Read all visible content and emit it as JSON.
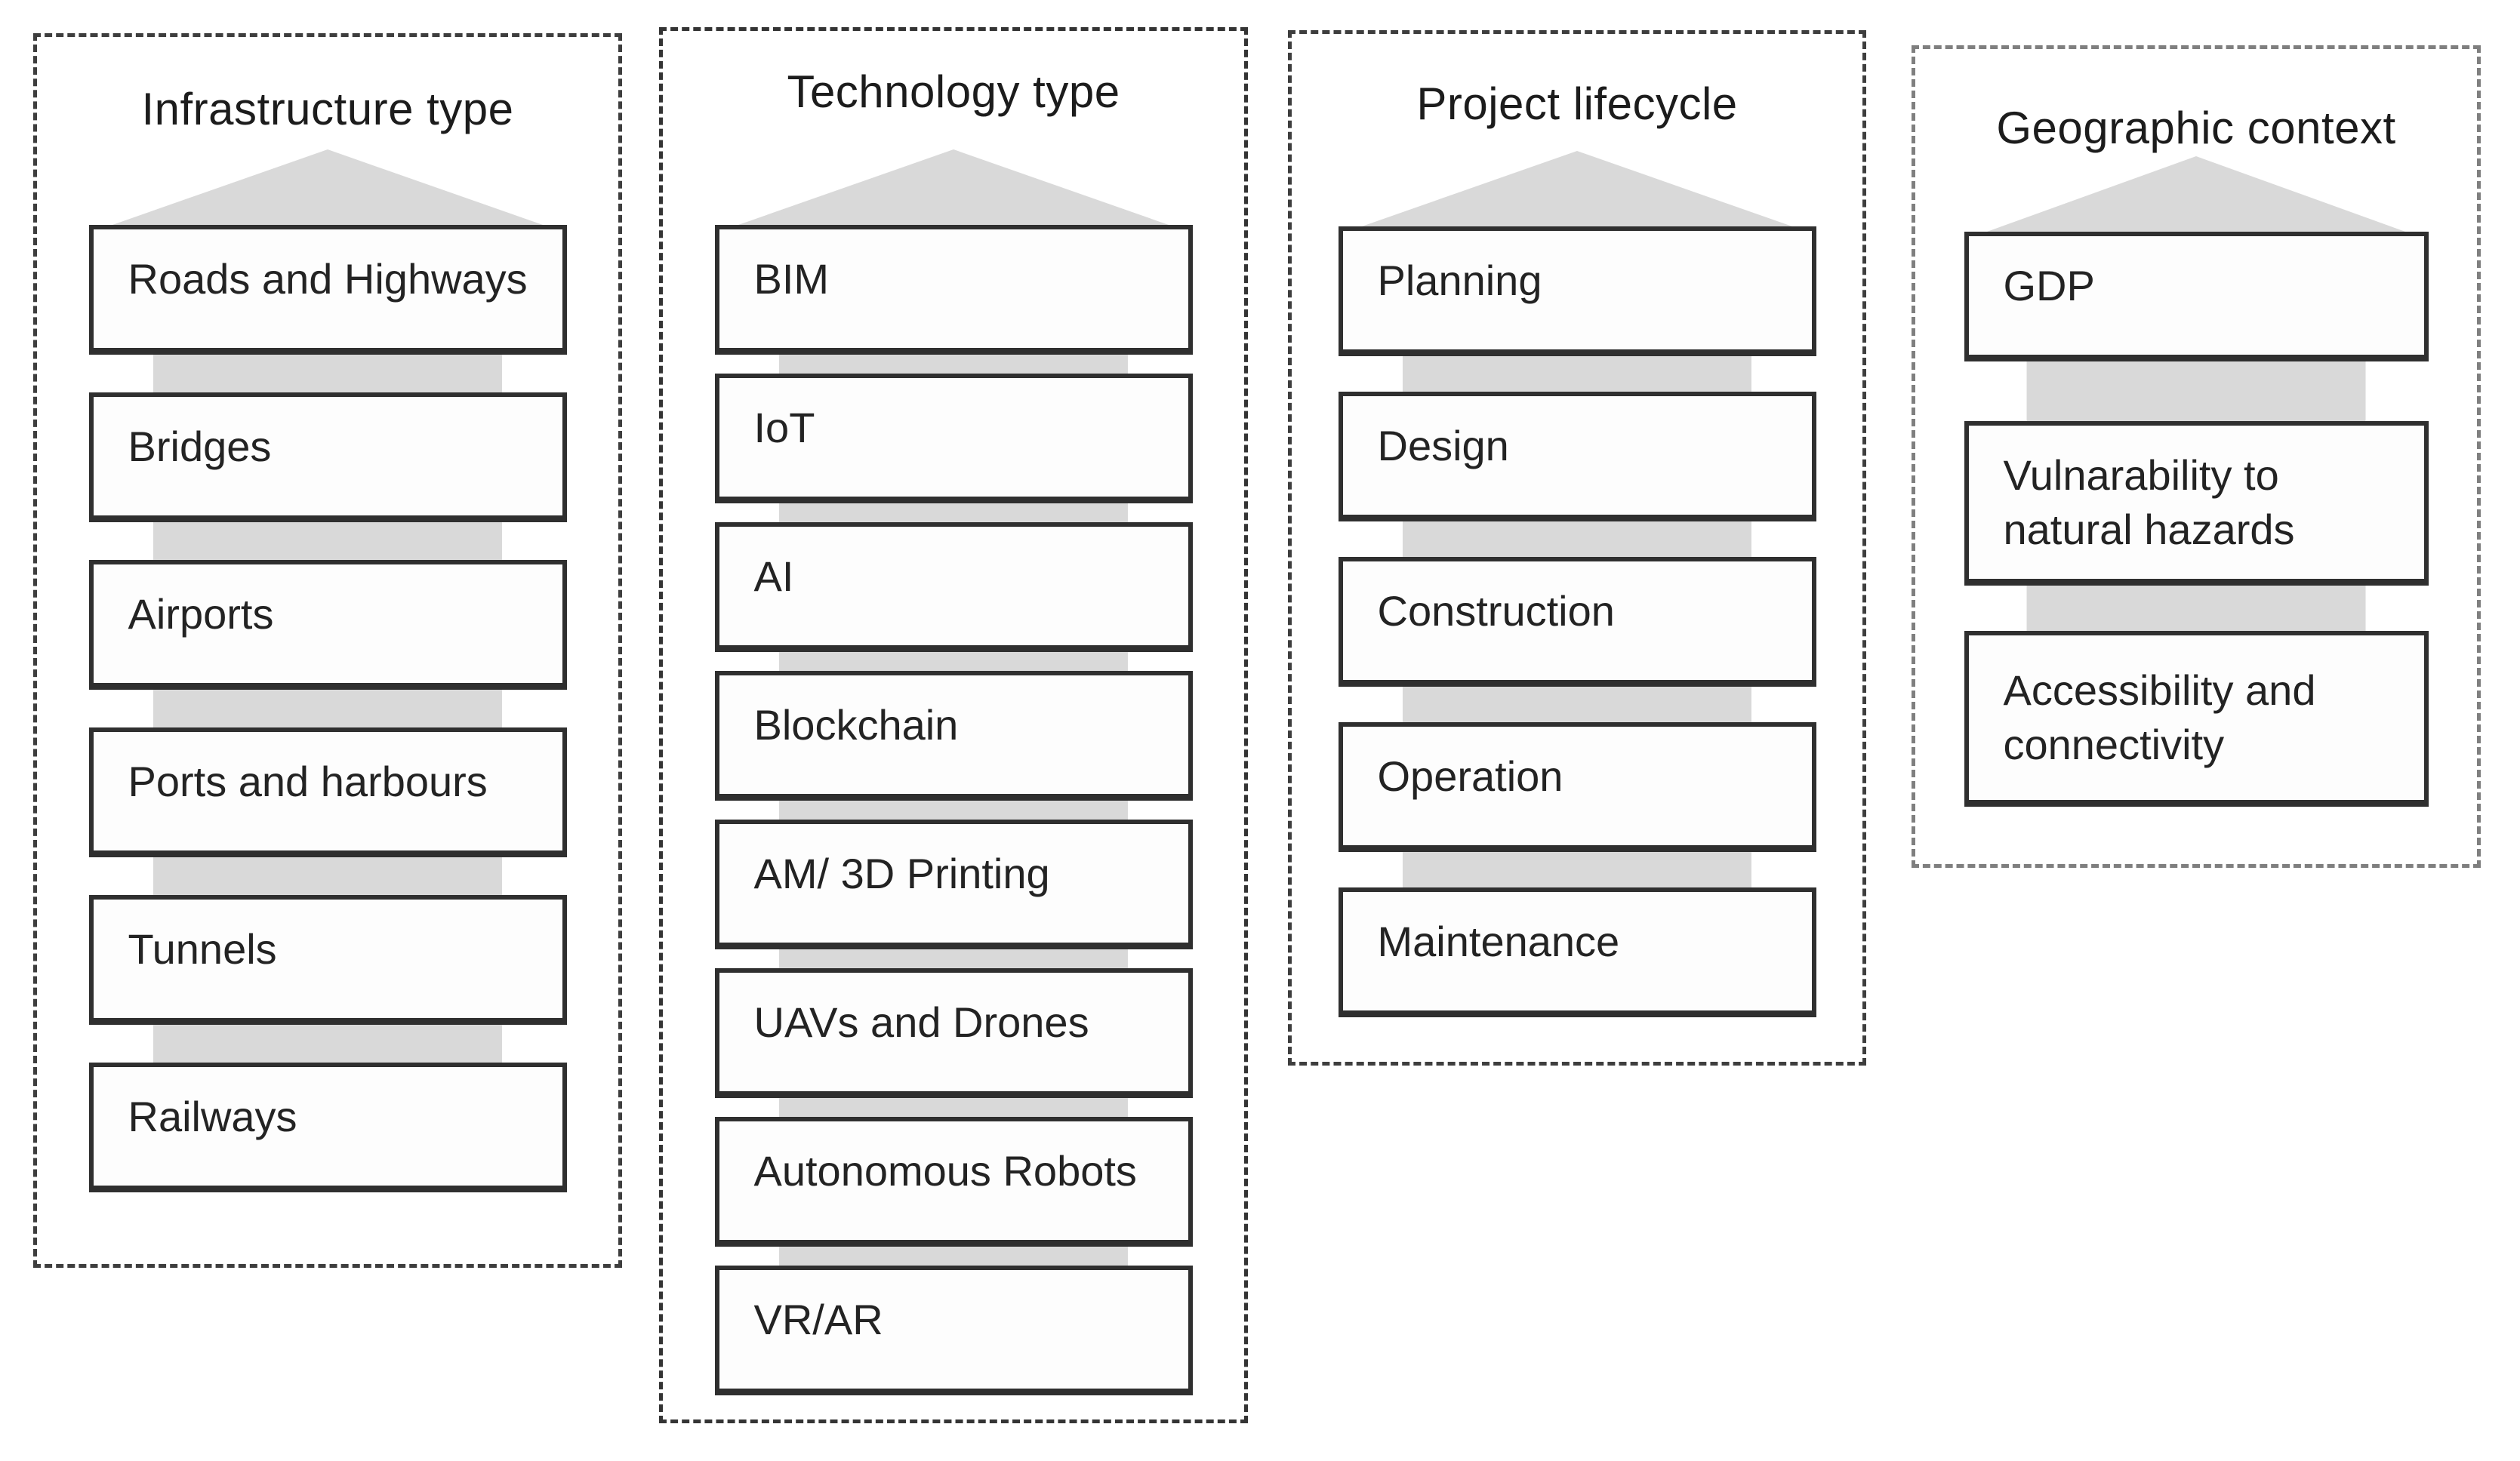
{
  "figure": {
    "description": "Four dashed panels, each containing an upward light-gray block arrow with stacked labeled boxes",
    "columns": [
      {
        "title": "Infrastructure type",
        "items": [
          "Roads and Highways",
          "Bridges",
          "Airports",
          "Ports and harbours",
          "Tunnels",
          "Railways"
        ]
      },
      {
        "title": "Technology type",
        "items": [
          "BIM",
          "IoT",
          "AI",
          "Blockchain",
          "AM/ 3D Printing",
          "UAVs and Drones",
          "Autonomous Robots",
          "VR/AR"
        ]
      },
      {
        "title": "Project lifecycle",
        "items": [
          "Planning",
          "Design",
          "Construction",
          "Operation",
          "Maintenance"
        ]
      },
      {
        "title": "Geographic context",
        "items": [
          "GDP",
          "Vulnarability to natural hazards",
          "Accessibility and connectivity"
        ]
      }
    ],
    "colors": {
      "background": "#ffffff",
      "arrow_gray": "#d9d9d9",
      "box_border": "#2f2f2f",
      "box_fill": "#fdfdfd",
      "panel_dash_dark": "#3e3e3e",
      "panel_dash_light": "#7f7f7f",
      "text": "#1f1f1f"
    }
  }
}
